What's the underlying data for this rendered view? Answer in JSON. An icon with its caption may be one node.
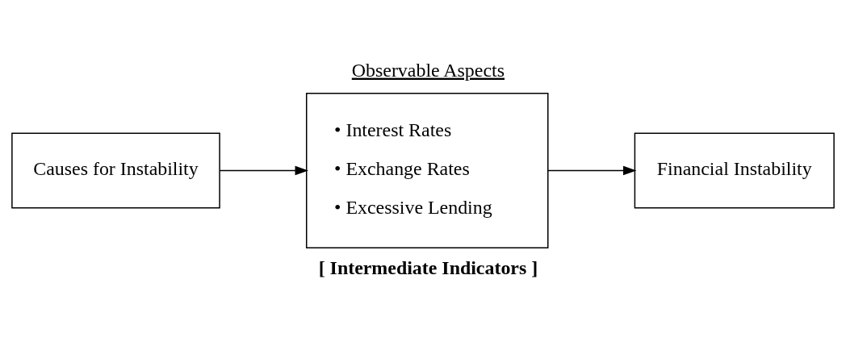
{
  "diagram": {
    "nodes": [
      {
        "text": [
          "Causes for Instability"
        ]
      },
      {
        "text": [
          "Observable Aspects",
          "• Interest Rates",
          "• Exchange Rates",
          "• Excessive Lending"
        ],
        "beside": [
          "[ Intermediate Indicators ]"
        ]
      },
      {
        "text": [
          "Financial Instability"
        ]
      }
    ],
    "edges": [
      {
        "from": 0,
        "to": 1,
        "arrow": "to"
      },
      {
        "from": 1,
        "to": 2,
        "arrow": "to"
      }
    ]
  }
}
